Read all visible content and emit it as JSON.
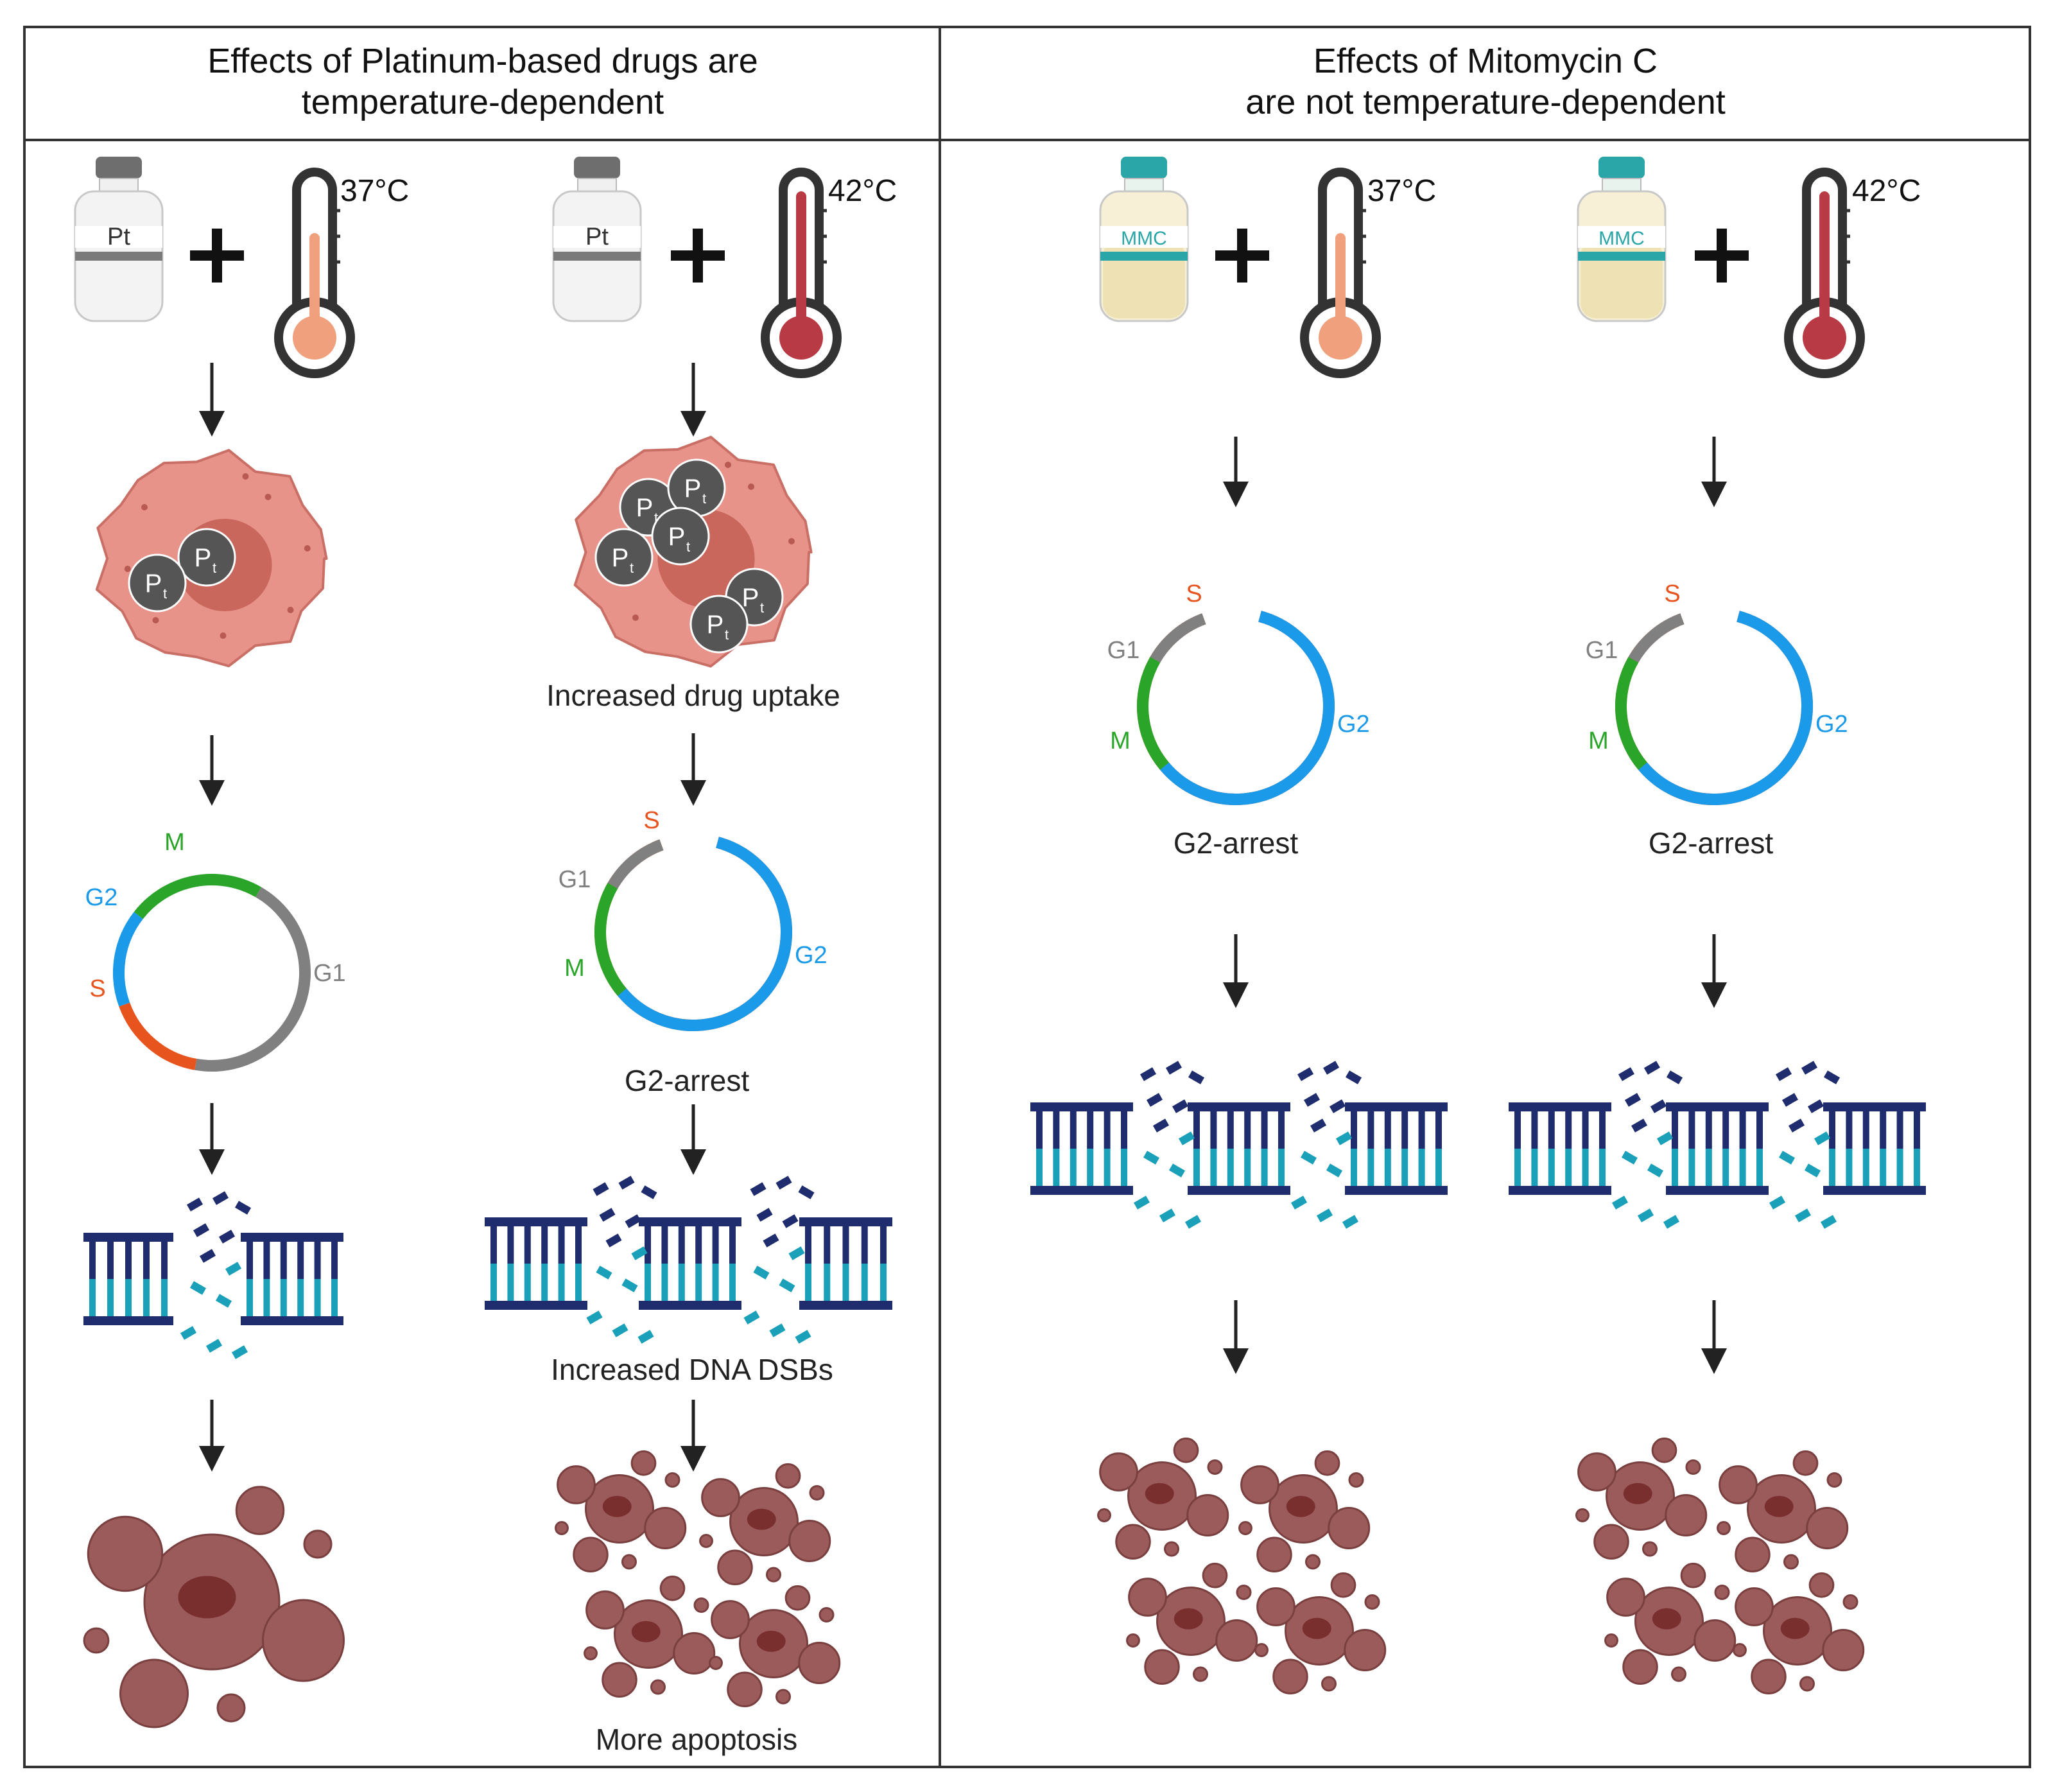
{
  "headers": {
    "left": {
      "line1": "Effects of Platinum-based drugs are",
      "line2": "temperature-dependent"
    },
    "right": {
      "line1": "Effects of Mitomycin C",
      "line2": "are not temperature-dependent"
    }
  },
  "drug_labels": {
    "platinum": "Pt",
    "mitomycin": "MMC"
  },
  "temperatures": {
    "normal": "37°C",
    "hyperthermia": "42°C"
  },
  "cell_marker": {
    "main": "P",
    "sub": "t"
  },
  "phases": {
    "g1": "G1",
    "s": "S",
    "g2": "G2",
    "m": "M"
  },
  "captions": {
    "uptake": "Increased drug uptake",
    "arrest": "G2-arrest",
    "dsb": "Increased DNA DSBs",
    "apoptosis": "More apoptosis"
  },
  "colors": {
    "border": "#333333",
    "arrow": "#222222",
    "cell_body": "#e8938a",
    "cell_nucleus": "#c9675d",
    "pt_sphere": "#555555",
    "thermo_37": "#f0a07c",
    "thermo_42": "#b83a44",
    "phase_g1": "#808080",
    "phase_s": "#e8541e",
    "phase_g2": "#1a9ae8",
    "phase_m": "#2aa52a",
    "dna_dark": "#1f2d6e",
    "dna_light": "#1aa0b8",
    "apoptotic": "#9c5b5b",
    "mmc_cap": "#2aa5a8"
  }
}
